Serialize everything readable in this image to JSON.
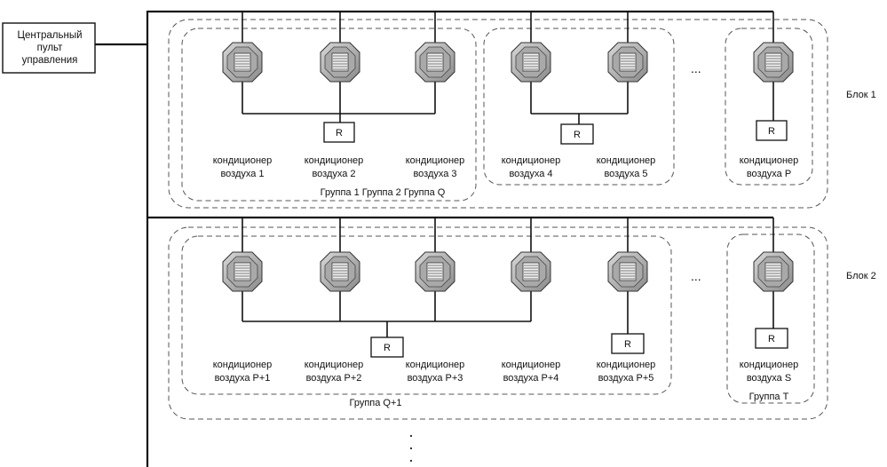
{
  "controller": {
    "lines": [
      "Центральный",
      "пульт",
      "управления"
    ]
  },
  "blocks": [
    {
      "label": "Блок 1"
    },
    {
      "label": "Блок 2"
    }
  ],
  "remote_label": "R",
  "ellipsis": "...",
  "vertical_ellipsis": "⋮",
  "block1": {
    "units": [
      {
        "line1": "кондиционер",
        "line2": "воздуха 1"
      },
      {
        "line1": "кондиционер",
        "line2": "воздуха 2"
      },
      {
        "line1": "кондиционер",
        "line2": "воздуха 3"
      },
      {
        "line1": "кондиционер",
        "line2": "воздуха 4"
      },
      {
        "line1": "кондиционер",
        "line2": "воздуха 5"
      },
      {
        "line1": "кондиционер",
        "line2": "воздуха P"
      }
    ],
    "group_caption": "Группа 1 Группа 2 Группа Q"
  },
  "block2": {
    "units": [
      {
        "line1": "кондиционер",
        "line2": "воздуха P+1"
      },
      {
        "line1": "кондиционер",
        "line2": "воздуха P+2"
      },
      {
        "line1": "кондиционер",
        "line2": "воздуха P+3"
      },
      {
        "line1": "кондиционер",
        "line2": "воздуха P+4"
      },
      {
        "line1": "кондиционер",
        "line2": "воздуха P+5"
      },
      {
        "line1": "кондиционер",
        "line2": "воздуха S"
      }
    ],
    "group_q1": "Группа Q+1",
    "group_t": "Группа T"
  }
}
